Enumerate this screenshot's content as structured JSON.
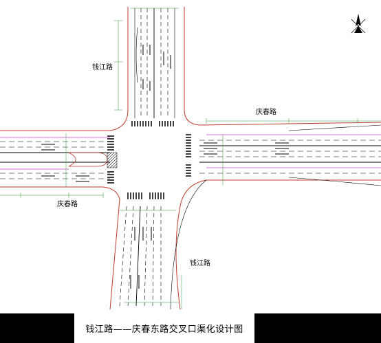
{
  "title": "钱江路——庆春东路交叉口渠化设计图",
  "labels": {
    "qianjiang_north": "钱江路",
    "qiangchun_east": "庆春路",
    "qiangchun_west": "庆春路",
    "qianjiang_south": "钱江路"
  },
  "colors": {
    "curb": "#c0392b",
    "pink_line": "#d63fd6",
    "dimension": "#2e9e2e",
    "lane_line": "#000000",
    "background": "#ffffff",
    "title_bar": "#000000"
  },
  "icons": {
    "north_arrow": "north-arrow-icon"
  }
}
